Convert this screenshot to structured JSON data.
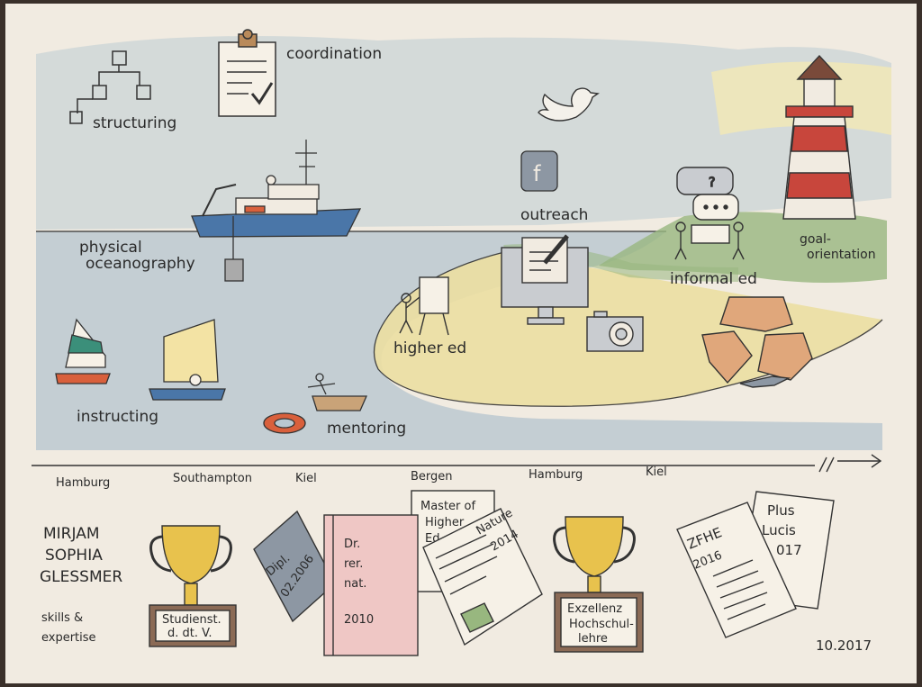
{
  "labels": {
    "structuring": "structuring",
    "coordination": "coordination",
    "physical_oceanography_1": "physical",
    "physical_oceanography_2": "oceanography",
    "outreach": "outreach",
    "informal_ed": "informal ed",
    "goal_orientation_1": "goal-",
    "goal_orientation_2": "orientation",
    "higher_ed": "higher ed",
    "instructing": "instructing",
    "mentoring": "mentoring"
  },
  "timeline": {
    "cities": [
      "Hamburg",
      "Southampton",
      "Kiel",
      "Bergen",
      "Hamburg",
      "Kiel"
    ],
    "end_mark": "//"
  },
  "person": {
    "name_1": "MIRJAM",
    "name_2": "SOPHIA",
    "name_3": "GLESSMER",
    "skills_1": "skills &",
    "skills_2": "expertise"
  },
  "documents": {
    "trophy1_1": "Studienst.",
    "trophy1_2": "d. dt. V.",
    "dipl_1": "Dipl.",
    "dipl_2": "02.2006",
    "dr_1": "Dr.",
    "dr_2": "rer.",
    "dr_3": "nat.",
    "dr_4": "2010",
    "master_1": "Master of",
    "master_2": "Higher",
    "master_3": "Ed",
    "nature_1": "Nature",
    "nature_2": "2014",
    "trophy2_1": "Exzellenz",
    "trophy2_2": "Hochschul-",
    "trophy2_3": "lehre",
    "zfhe_1": "ZFHE",
    "zfhe_2": "2016",
    "plus_1": "Plus",
    "plus_2": "Lucis",
    "plus_3": "017",
    "date": "10.2017"
  },
  "icons": {
    "social": "f"
  },
  "colors": {
    "paper": "#f1ebe1",
    "sky": "#c9d4d6",
    "sea": "#b9c7d0",
    "sand": "#ecdfa2",
    "grass": "#98b77f",
    "lighthouse_red": "#c8463c",
    "ship_blue": "#4a76a8",
    "trophy_gold": "#e8c24d",
    "dr_pink": "#efc7c5"
  }
}
